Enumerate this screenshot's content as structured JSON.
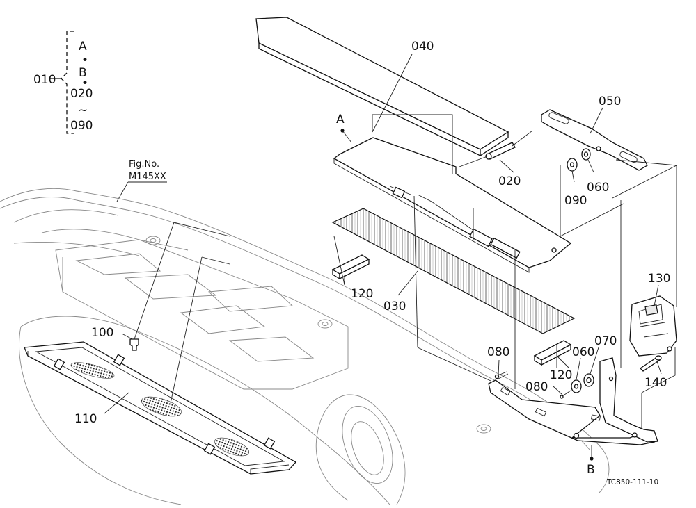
{
  "group": {
    "code": "010",
    "members": [
      "A",
      "B",
      "020",
      "~",
      "090"
    ]
  },
  "figure_ref": {
    "label": "Fig.No.",
    "number": "M145XX"
  },
  "callouts": {
    "p020": "020",
    "p030": "030",
    "p040": "040",
    "p050": "050",
    "p060a": "060",
    "p060b": "060",
    "p070": "070",
    "p080a": "080",
    "p080b": "080",
    "p090": "090",
    "p100": "100",
    "p110": "110",
    "p120a": "120",
    "p120b": "120",
    "p130": "130",
    "p140": "140",
    "ptA": "A",
    "ptB": "B"
  },
  "drawing_code": "TC850-111-10"
}
